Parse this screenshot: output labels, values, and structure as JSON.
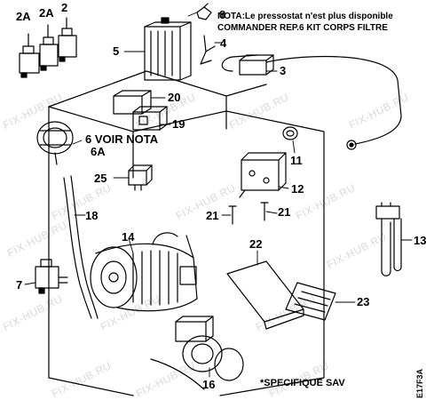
{
  "diagram": {
    "note_line1": "NOTA:Le pressostat n'est plus disponible",
    "note_line2": "COMMANDER REP.6 KIT CORPS FILTRE",
    "voir_nota": "6 VOIR NOTA",
    "footer": "*SPECIFIQUE SAV",
    "code": "E17F3A",
    "watermark": "FIX-HUB.RU",
    "parts": {
      "p2a_1": "2A",
      "p2a_2": "2A",
      "p2": "2",
      "p8": "8",
      "p4": "4",
      "p5": "5",
      "p3": "3",
      "p20": "20",
      "p19": "19",
      "p6a": "6A",
      "p11": "11",
      "p25": "25",
      "p12": "12",
      "p18": "18",
      "p21a": "21",
      "p21b": "21",
      "p14": "14",
      "p22": "22",
      "p13": "13",
      "p7": "7",
      "p23": "23",
      "p16": "16"
    }
  }
}
